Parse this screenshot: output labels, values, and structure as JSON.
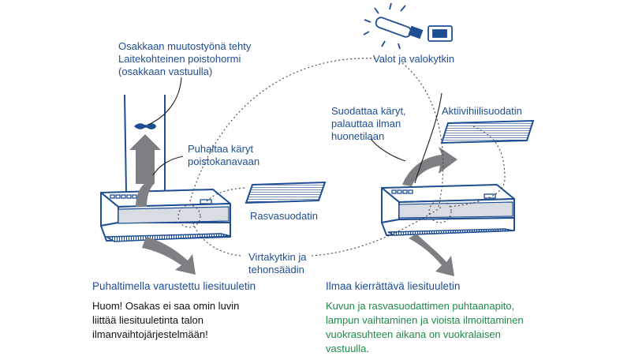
{
  "labels": {
    "chimney": "Osakkaan muutostyönä tehty\nLaitekohteinen poistohormi\n(osakkaan vastuulla)",
    "lights": "Valot ja valokytkin",
    "blow_exhaust": "Puhaltaa käryt\npoistokanavaan",
    "grease_filter": "Rasvasuodatin",
    "power_switch": "Virtakytkin ja\ntehonsäädin",
    "filters_return": "Suodattaa käryt,\npalauttaa ilman\nhuonetilaan",
    "carbon_filter": "Aktiivihiilisuodatin"
  },
  "captions": {
    "left_title": "Puhaltimella varustettu liesituuletin",
    "left_note": "Huom! Osakas ei saa omin luvin\nliittää liesituuletinta talon\nilmanvaihtojärjestelmään!",
    "right_title": "Ilmaa kierrättävä liesituuletin",
    "right_note": "Kuvun ja rasvasuodattimen puhtaanapito,\nlampun vaihtaminen ja vioista ilmoittaminen\nvuokrasuhteen aikana on vuokralaisen\nvastuulla."
  },
  "colors": {
    "outline": "#1f4e93",
    "text_blue": "#1f4e93",
    "text_green": "#1f8a4a",
    "arrow_gray": "#7d7f83",
    "filter_fill": "#9aa6b2"
  }
}
